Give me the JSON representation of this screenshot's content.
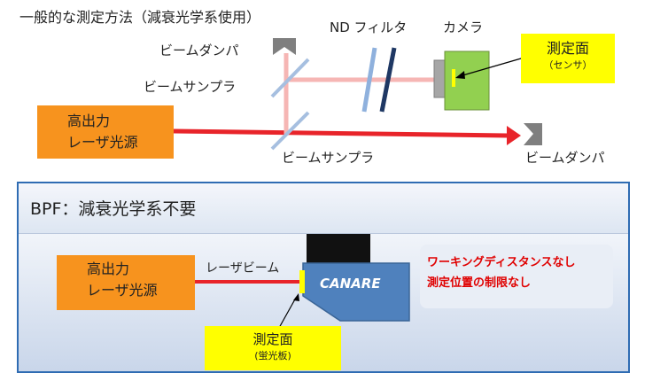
{
  "top": {
    "title": "一般的な測定方法（減衰光学系使用）",
    "source_box": [
      "高出力",
      "レーザ光源"
    ],
    "beam_damper_top": "ビームダンパ",
    "beam_sampler_upper": "ビームサンプラ",
    "beam_sampler_lower": "ビームサンプラ",
    "nd_filter": "ND フィルタ",
    "camera": "カメラ",
    "beam_damper_right": "ビームダンパ",
    "measure_plane": "測定面",
    "measure_plane_sub": "（センサ）"
  },
  "bottom": {
    "title": "BPF：減衰光学系不要",
    "source_box": [
      "高出力",
      "レーザ光源"
    ],
    "laser_beam_label": "レーザビーム",
    "device_brand": "CANARE",
    "features": [
      "ワーキングディスタンスなし",
      "測定位置の制限なし"
    ],
    "measure_plane": "測定面",
    "measure_plane_sub": "(蛍光板)"
  },
  "colors": {
    "laser": "#e8242a",
    "laser_weak": "#f6b6b4",
    "source_box": "#f7931e",
    "highlight": "#ffff00",
    "camera": "#92d050",
    "device": "#4f81bd",
    "panel_border": "#2f6cb3",
    "feature_text": "#e00000"
  }
}
